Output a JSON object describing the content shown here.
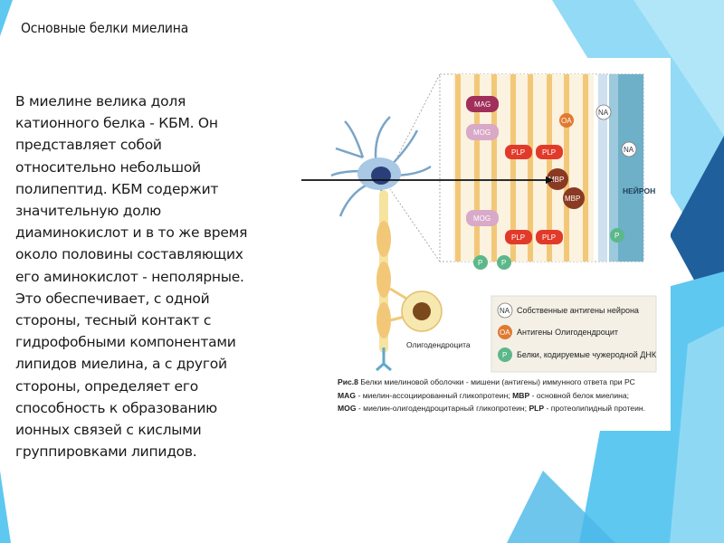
{
  "slide": {
    "title": "Основные белки миелина",
    "body": "В миелине велика доля катионного белка - КБМ. Он представляет собой относительно небольшой полипептид. КБМ содержит значительную долю диаминокислот и в то же время около половины составляющих его аминокислот - неполярные. Это обеспечивает, с одной стороны, тесный контакт с гидрофобными компонентами липидов миелина, а с другой стороны, определяет его способность к образованию ионных связей с кислыми группировками липидов."
  },
  "figure": {
    "neuron_label": "НЕЙРОН",
    "oligo_label": "Олигодендроцита",
    "proteins": {
      "mag": "MAG",
      "mog_top": "MOG",
      "mog_bottom": "MOG",
      "plp1": "PLP",
      "plp2": "PLP",
      "plp3": "PLP",
      "plp4": "PLP",
      "mbp1": "MBP",
      "mbp2": "MBP",
      "oa": "OA",
      "na1": "NA",
      "na2": "NA",
      "p1": "P",
      "p2": "P",
      "p3": "P"
    },
    "legend": [
      {
        "badge": "NA",
        "text": "Собственные антигены нейрона",
        "color": "#ffffff"
      },
      {
        "badge": "OA",
        "text": "Антигены Олигодендроцит",
        "color": "#e07a30"
      },
      {
        "badge": "P",
        "text": "Белки, кодируемые чужеродной ДНК",
        "color": "#5cb88a"
      }
    ],
    "caption": {
      "line1_bold": "Рис.8",
      "line1": " Белки миелиновой оболочки - мишени (антигены) иммунного ответа при РС",
      "line2_bold1": "MAG",
      "line2a": " - миелин-ассоциированный гликопротеин; ",
      "line2_bold2": "MBP",
      "line2b": " - основной белок миелина;",
      "line3_bold1": "MOG",
      "line3a": " - миелин-олигодендроцитарный гликопротеин; ",
      "line3_bold2": "PLP",
      "line3b": " - протеолипидный протеин."
    }
  },
  "colors": {
    "accent_light": "#5fc8f0",
    "accent_dark": "#1f5f9c",
    "plp": "#e23a2a",
    "mbp": "#8a3a22",
    "mog": "#d9a9c8",
    "mag": "#a0305a"
  }
}
